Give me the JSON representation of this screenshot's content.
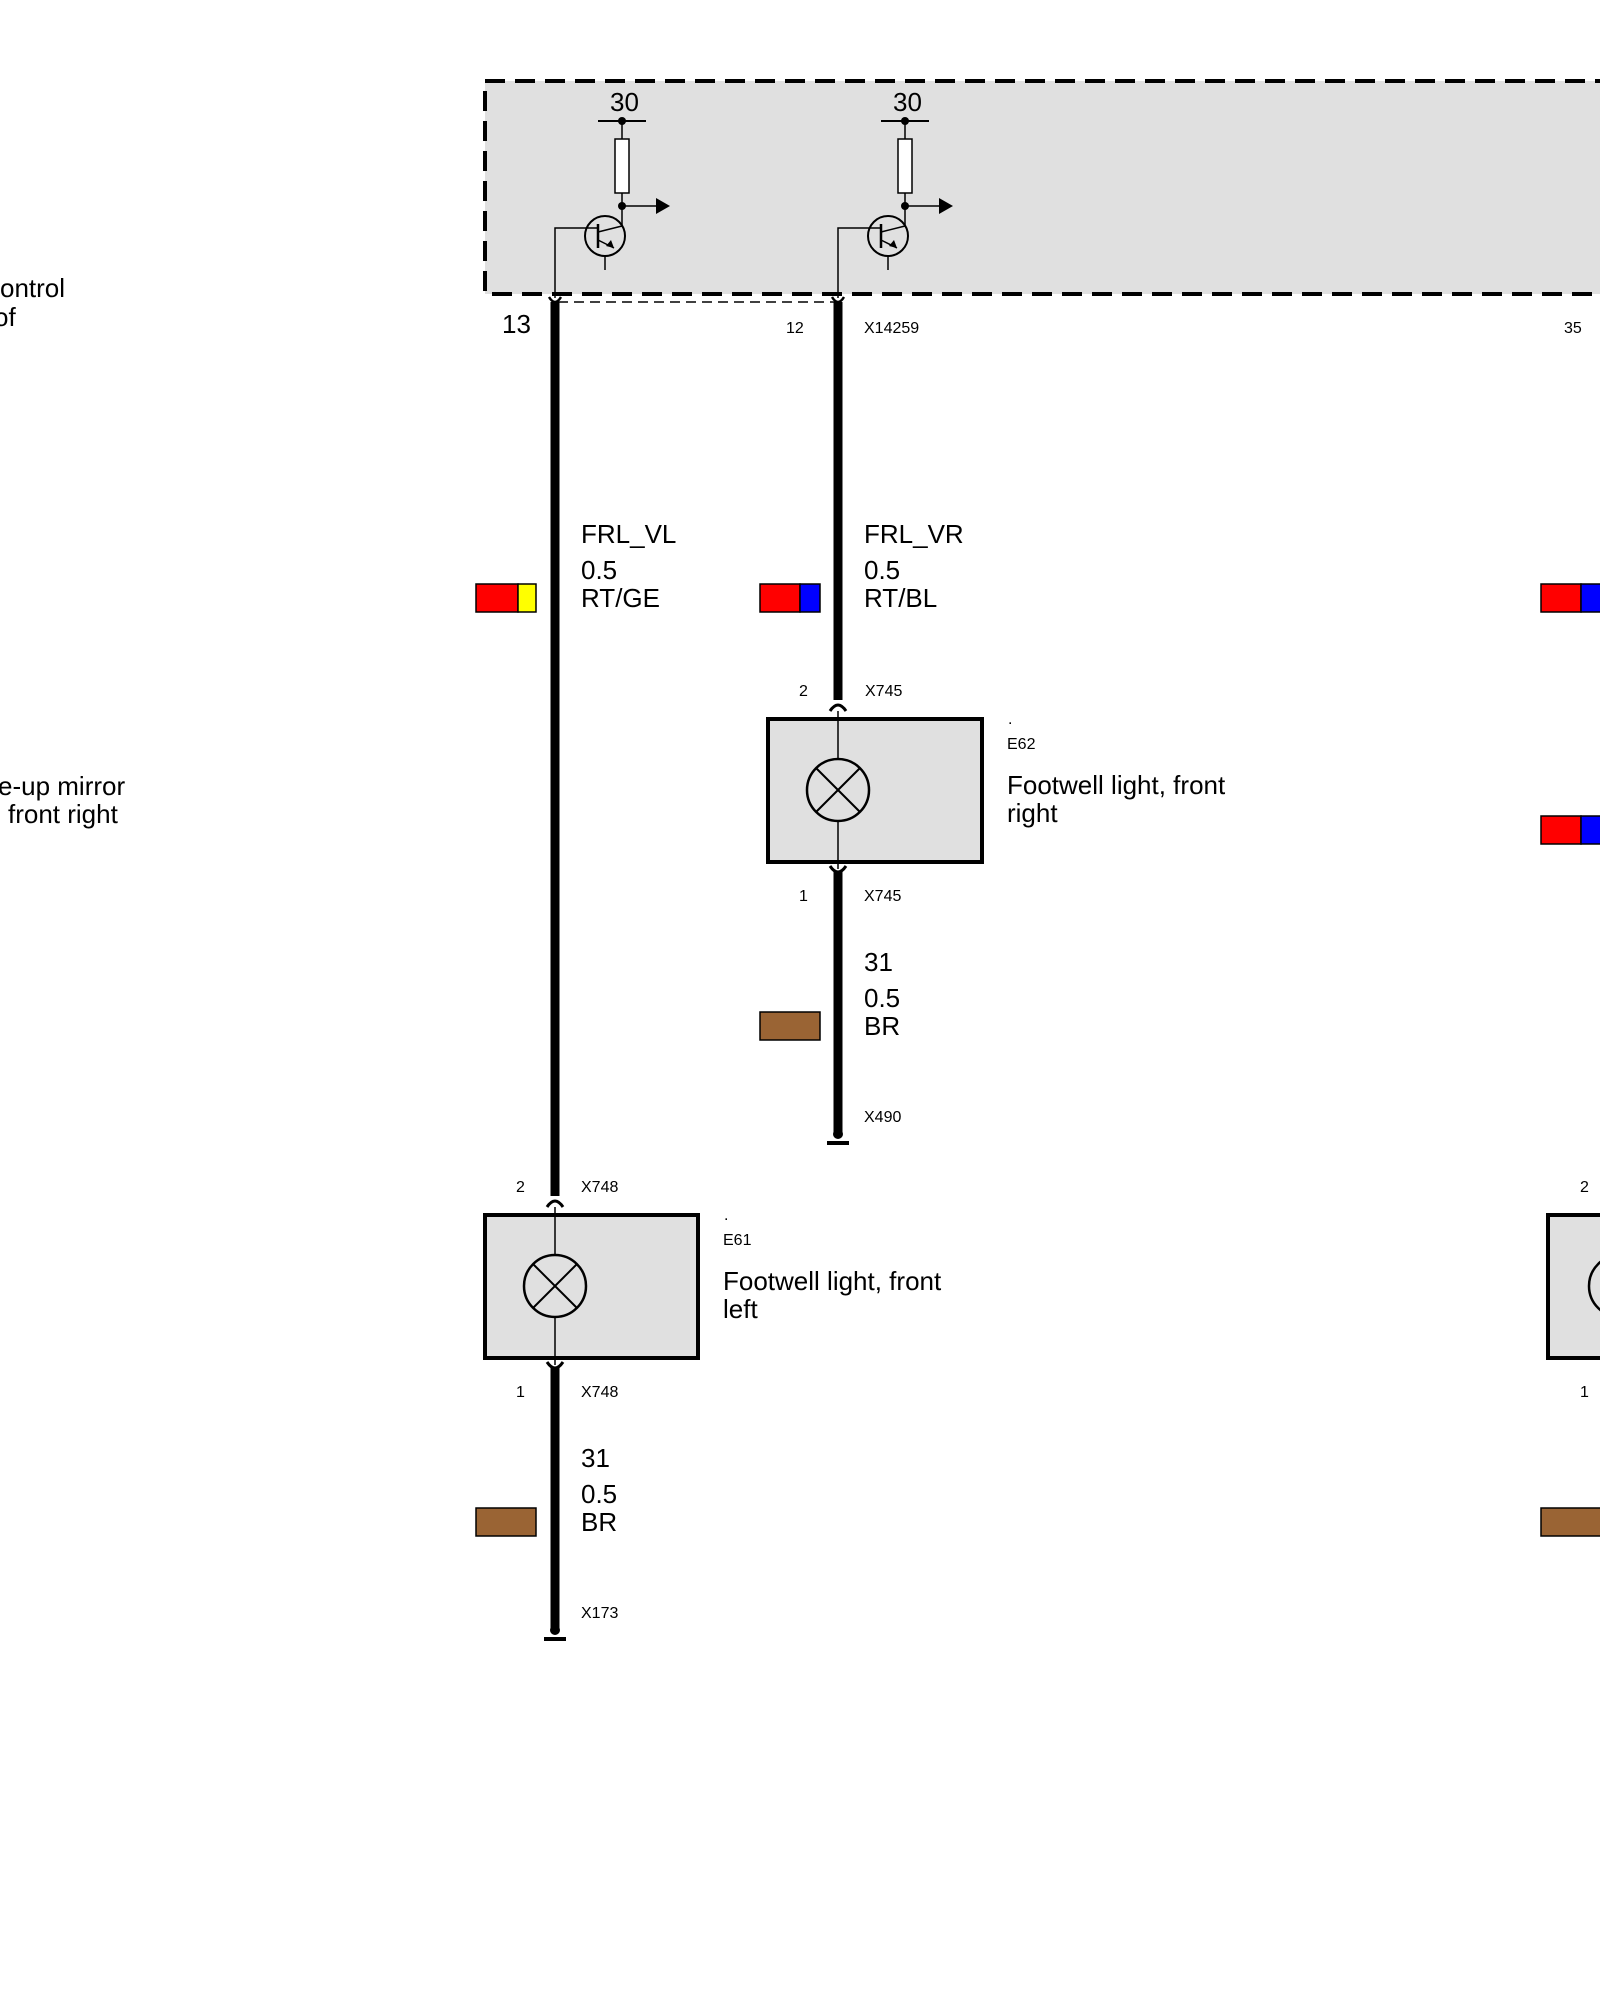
{
  "control_unit": {
    "left_text_lines": [
      "ontrol",
      "of"
    ],
    "pin_13": "13",
    "pin_12": "12",
    "pin_35": "35",
    "connector": "X14259",
    "terminal_left": "30",
    "terminal_right": "30"
  },
  "edge_labels": {
    "mirror_lines": [
      "e-up mirror",
      "front right"
    ]
  },
  "wire_left": {
    "signal": "FRL_VL",
    "size": "0.5",
    "color_code": "RT/GE",
    "swatch_colors": [
      "#ff0000",
      "#ffff00"
    ]
  },
  "wire_right": {
    "signal": "FRL_VR",
    "size": "0.5",
    "color_code": "RT/BL",
    "swatch_colors": [
      "#ff0000",
      "#0000ff"
    ]
  },
  "lamp_right": {
    "dot": ".",
    "id": "E62",
    "name_lines": [
      "Footwell light, front",
      "right"
    ],
    "pin_top": "2",
    "pin_bottom": "1",
    "connector_top": "X745",
    "connector_bottom": "X745"
  },
  "lamp_left": {
    "dot": ".",
    "id": "E61",
    "name_lines": [
      "Footwell light, front",
      "left"
    ],
    "pin_top": "2",
    "pin_bottom": "1",
    "connector_top": "X748",
    "connector_bottom": "X748"
  },
  "ground_right": {
    "terminal": "31",
    "size": "0.5",
    "color_code": "BR",
    "ground_connector": "X490",
    "swatch_color": "#9a6434"
  },
  "ground_left": {
    "terminal": "31",
    "size": "0.5",
    "color_code": "BR",
    "ground_connector": "X173",
    "swatch_color": "#9a6434"
  },
  "right_edge": {
    "pin_top": "2",
    "pin_bottom": "1",
    "swatch_1": [
      "#ff0000",
      "#0000ff"
    ],
    "swatch_2": [
      "#ff0000",
      "#0000ff"
    ],
    "swatch_3": "#9a6434"
  }
}
